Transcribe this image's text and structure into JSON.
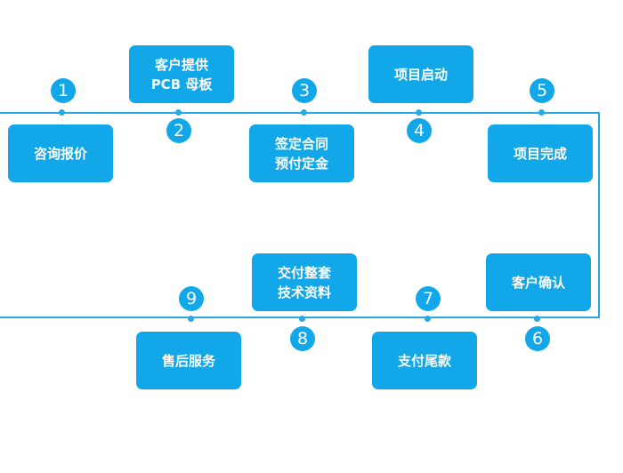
{
  "diagram": {
    "steps": [
      {
        "number": "1",
        "label": "咨询报价"
      },
      {
        "number": "2",
        "label": "客户提供\nPCB 母板"
      },
      {
        "number": "3",
        "label": "签定合同\n预付定金"
      },
      {
        "number": "4",
        "label": "项目启动"
      },
      {
        "number": "5",
        "label": "项目完成"
      },
      {
        "number": "6",
        "label": "客户确认"
      },
      {
        "number": "7",
        "label": "支付尾款"
      },
      {
        "number": "8",
        "label": "交付整套\n技术资料"
      },
      {
        "number": "9",
        "label": "售后服务"
      }
    ]
  },
  "colors": {
    "accent": "#12a7e8",
    "line": "#27a9e6"
  }
}
